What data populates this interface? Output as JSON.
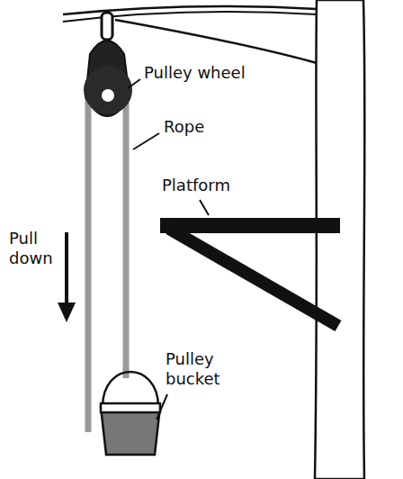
{
  "diagram": {
    "labels": [
      "Pulley wheel",
      "Rope",
      "Platform",
      "Pull down",
      "Pulley bucket"
    ]
  }
}
